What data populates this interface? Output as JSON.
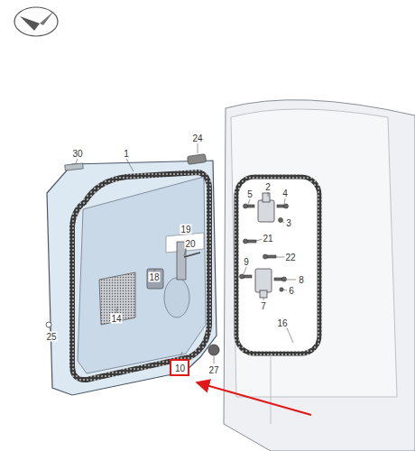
{
  "diagram": {
    "nodes": [
      {
        "text": [
          "10"
        ]
      }
    ],
    "labels": [
      "30",
      "1",
      "24",
      "2",
      "5",
      "4",
      "3",
      "19",
      "20",
      "21",
      "22",
      "18",
      "9",
      "8",
      "6",
      "7",
      "14",
      "25",
      "16",
      "27"
    ]
  }
}
